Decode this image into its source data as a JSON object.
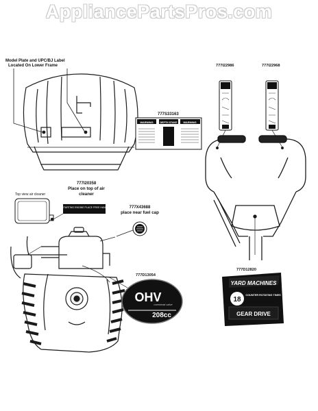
{
  "watermark": "AppliancePartsPros.com",
  "callouts": {
    "model_plate": [
      "Model Plate and UPC/BJ Label",
      "Located On Lower Frame"
    ],
    "top_view_label": "Top view air cleaner",
    "part_777I20358": "777I20358",
    "place_air_cleaner": [
      "Place on top of air",
      "cleaner"
    ],
    "part_777X43688": "777X43688",
    "place_fuel_cap": "place near fuel cap",
    "part_777S33163": "777S33163",
    "part_777I22986": "777I22986",
    "part_777I22968": "777I22968",
    "part_777D13054": "777D13054",
    "part_777D12820": "777D12820"
  },
  "decals": {
    "ohv_main": "OHV",
    "ohv_sub": "overhead valve",
    "ohv_cc": "208cc",
    "brand": "YARD MACHINES",
    "inch": "18",
    "tines": "COUNTER ROTATING TINES",
    "gear_drive": "GEAR DRIVE",
    "warn_left": "WARNING",
    "warn_mid": "DEPTH STAKE",
    "warn_right": "WARNING",
    "air_decal": "WHEN STARTING ENGINE PLACE FREE HAND HERE"
  },
  "colors": {
    "line": "#1a1a1a",
    "decal_dark": "#111111",
    "gray": "#9a9a9a"
  }
}
